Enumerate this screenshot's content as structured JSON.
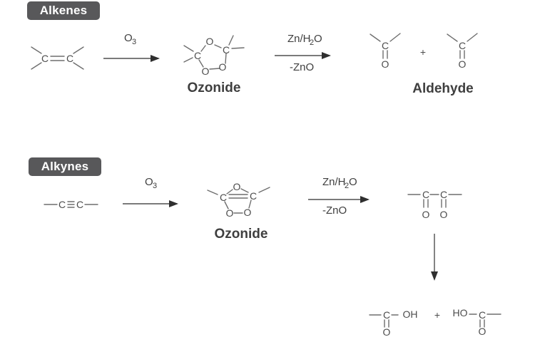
{
  "colors": {
    "background": "#ffffff",
    "badge_bg": "#58585a",
    "badge_text": "#ffffff",
    "bond": "#6e6e6e",
    "arrow": "#4f4f4f",
    "atom": "#4d4d4d",
    "label": "#3f3f3f"
  },
  "alkenes": {
    "badge": "Alkenes",
    "reactant": {
      "c1": "C",
      "c2": "C"
    },
    "reagent_o3": {
      "base": "O",
      "sub": "3"
    },
    "ozonide": {
      "o_top": "O",
      "c_left": "C",
      "c_right": "C",
      "o_bottom_left": "O",
      "o_bottom_right": "O"
    },
    "ozonide_label": "Ozonide",
    "reagent_zn": {
      "pre": "Zn/H",
      "sub": "2",
      "post": "O"
    },
    "byproduct": "-ZnO",
    "carbonyl1": {
      "c": "C",
      "o": "O"
    },
    "plus": "+",
    "carbonyl2": {
      "c": "C",
      "o": "O"
    },
    "product_label": "Aldehyde"
  },
  "alkynes": {
    "badge": "Alkynes",
    "reactant": {
      "c1": "C",
      "c2": "C"
    },
    "reagent_o3": {
      "base": "O",
      "sub": "3"
    },
    "ozonide": {
      "o_top": "O",
      "c_left": "C",
      "c_right": "C",
      "o_bottom_left": "O",
      "o_bottom_right": "O"
    },
    "ozonide_label": "Ozonide",
    "reagent_zn": {
      "pre": "Zn/H",
      "sub": "2",
      "post": "O"
    },
    "byproduct": "-ZnO",
    "diketone": {
      "c1": "C",
      "c2": "C",
      "o1": "O",
      "o2": "O"
    },
    "acid1": {
      "c": "C",
      "oh": "OH",
      "o": "O"
    },
    "plus": "+",
    "acid2": {
      "ho": "HO",
      "c": "C",
      "o": "O"
    }
  }
}
